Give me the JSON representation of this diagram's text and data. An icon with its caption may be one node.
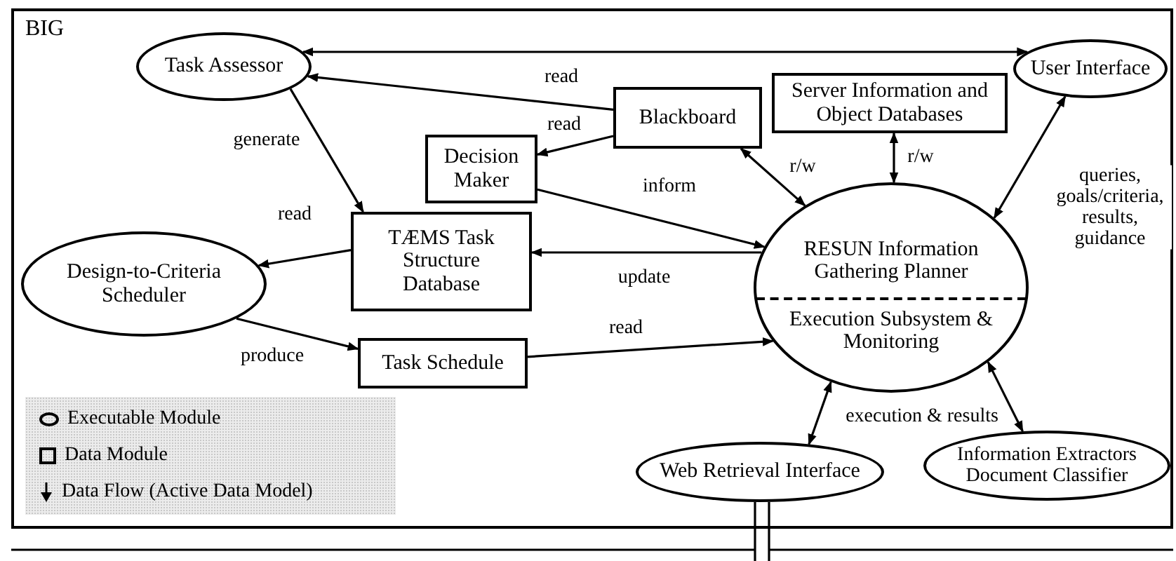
{
  "diagram": {
    "nodes": [
      {
        "text": [
          "BIG"
        ]
      },
      {
        "text": [
          "Task Assessor"
        ],
        "in": 0
      },
      {
        "text": [
          "Blackboard"
        ],
        "in": 0
      },
      {
        "text": [
          "Server Information and Object Databases"
        ],
        "in": 0
      },
      {
        "text": [
          "User Interface"
        ],
        "in": 0
      },
      {
        "text": [
          "Decision Maker"
        ],
        "in": 0
      },
      {
        "text": [
          "TÆMS Task Structure Database"
        ],
        "in": 0
      },
      {
        "text": [
          "Design-to-Criteria Scheduler"
        ],
        "in": 0
      },
      {
        "text": [
          "RESUN Information Gathering Planner",
          "Execution Subsystem & Monitoring"
        ],
        "in": 0
      },
      {
        "text": [
          "Task Schedule"
        ],
        "in": 0
      },
      {
        "text": [
          "Web Retrieval Interface"
        ],
        "in": 0
      },
      {
        "text": [
          "Information Extractors Document Classifier"
        ],
        "in": 0
      }
    ],
    "edges": [
      {
        "from": 1,
        "to": 4,
        "arrow": "both"
      },
      {
        "from": 2,
        "to": 1,
        "arrow": "to",
        "label": "read"
      },
      {
        "from": 2,
        "to": 5,
        "arrow": "to",
        "label": "read"
      },
      {
        "from": 1,
        "to": 6,
        "arrow": "to",
        "label": "generate"
      },
      {
        "from": 6,
        "to": 7,
        "arrow": "to",
        "label": "read"
      },
      {
        "from": 5,
        "to": 8,
        "arrow": "to",
        "label": "inform"
      },
      {
        "from": 2,
        "to": 8,
        "arrow": "both",
        "label": "r/w"
      },
      {
        "from": 3,
        "to": 8,
        "arrow": "both",
        "label": "r/w"
      },
      {
        "from": 8,
        "to": 4,
        "arrow": "both",
        "label": "queries, goals/criteria, results, guidance"
      },
      {
        "from": 8,
        "to": 6,
        "arrow": "to",
        "label": "update"
      },
      {
        "from": 7,
        "to": 9,
        "arrow": "to",
        "label": "produce"
      },
      {
        "from": 9,
        "to": 8,
        "arrow": "to",
        "label": "read"
      },
      {
        "from": 8,
        "to": 10,
        "arrow": "both",
        "label": "execution & results"
      },
      {
        "from": 8,
        "to": 11,
        "arrow": "both"
      }
    ],
    "legend": [
      {
        "text": "Executable Module"
      },
      {
        "text": "Data Module"
      },
      {
        "text": "Data Flow (Active Data Model)"
      }
    ]
  }
}
